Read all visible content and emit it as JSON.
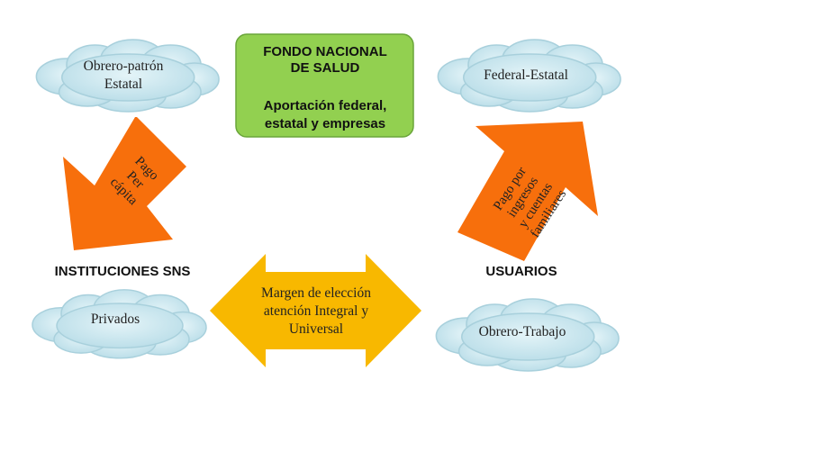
{
  "fund": {
    "title_line1": "FONDO NACIONAL",
    "title_line2": "DE SALUD",
    "subtitle_line1": "Aportación federal,",
    "subtitle_line2": "estatal y empresas"
  },
  "clouds": {
    "obrero_patron": {
      "line1": "Obrero-patrón",
      "line2": "Estatal"
    },
    "federal_estatal": {
      "line1": "Federal-Estatal"
    },
    "privados": {
      "line1": "Privados"
    },
    "obrero_trabajo": {
      "line1": "Obrero-Trabajo"
    }
  },
  "labels": {
    "instituciones": "INSTITUCIONES SNS",
    "usuarios": "USUARIOS"
  },
  "arrows": {
    "pago_per_capita": {
      "line1": "Pago",
      "line2": "Per",
      "line3": "cápita"
    },
    "pago_ingresos": {
      "line1": "Pago por",
      "line2": "ingresos",
      "line3": "y cuentas",
      "line4": "familiares"
    },
    "margen": {
      "line1": "Margen de elección",
      "line2": "atención Integral y",
      "line3": "Universal"
    }
  },
  "colors": {
    "cloud_fill": "#c6e6ef",
    "cloud_stroke": "#9fc9d6",
    "fund_fill": "#92d050",
    "fund_stroke": "#5e9c2a",
    "orange": "#f76f0c",
    "yellow": "#f8b800"
  }
}
